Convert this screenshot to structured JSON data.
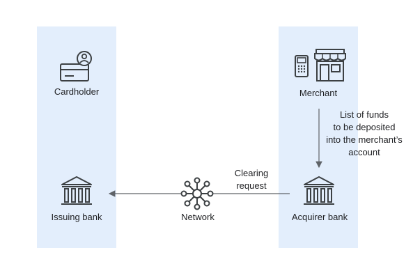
{
  "actors": {
    "cardholder": "Cardholder",
    "merchant": "Merchant",
    "issuing_bank": "Issuing bank",
    "network": "Network",
    "acquirer_bank": "Acquirer bank"
  },
  "flows": {
    "merchant_to_acquirer": [
      "List of funds",
      "to be deposited",
      "into the merchant’s",
      "account"
    ],
    "acquirer_to_issuer": [
      "Clearing",
      "request"
    ]
  },
  "colors": {
    "column_fill": "#e3eefc",
    "icon_stroke": "#3c4043",
    "arrow": "#5f6368"
  },
  "icons": {
    "cardholder": "credit-card-with-person-icon",
    "merchant": "storefront-with-card-terminal-icon",
    "issuing_bank": "bank-icon",
    "network": "network-hub-icon",
    "acquirer_bank": "bank-icon"
  }
}
